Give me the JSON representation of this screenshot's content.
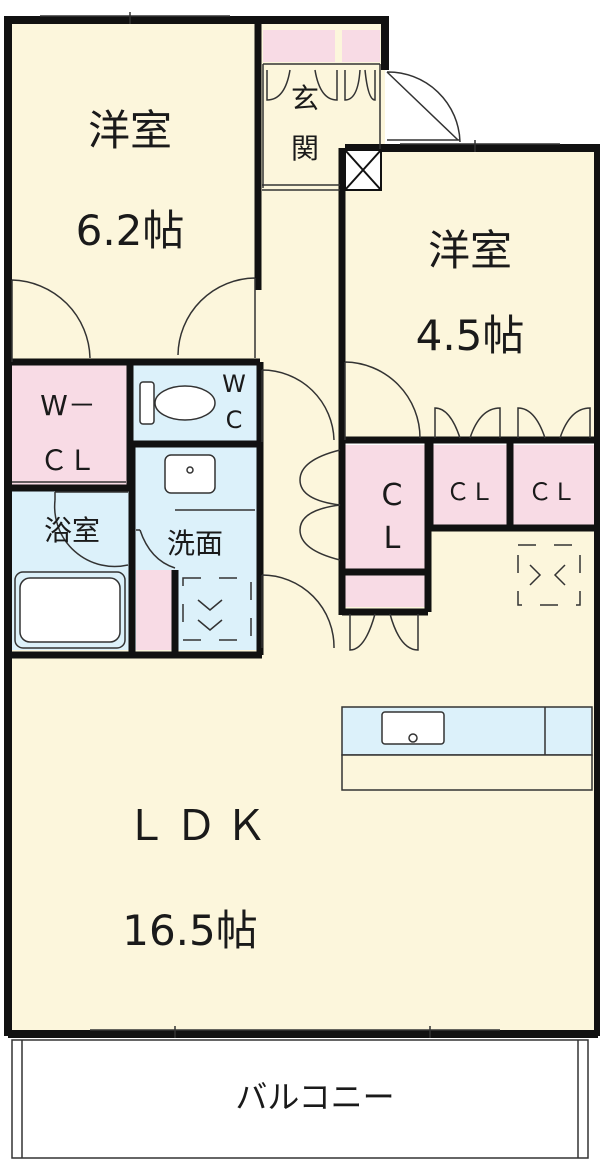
{
  "colors": {
    "floor": "#fcf6dc",
    "wet": "#dcf1fa",
    "closet": "#f8dbe5",
    "wall": "#111111",
    "line": "#333333",
    "balcony": "#ffffff"
  },
  "rooms": {
    "western1": {
      "name": "洋室",
      "size": "6.2帖"
    },
    "western2": {
      "name": "洋室",
      "size": "4.5帖"
    },
    "entrance": {
      "name_top": "玄",
      "name_bottom": "関"
    },
    "wcl": {
      "line1": "W－",
      "line2": "ＣＬ"
    },
    "wc": {
      "w": "W",
      "c": "C"
    },
    "bath": {
      "name": "浴室"
    },
    "washroom": {
      "name": "洗面"
    },
    "cl_tall": {
      "c": "C",
      "l": "L"
    },
    "cl_a": {
      "name": "ＣＬ"
    },
    "cl_b": {
      "name": "ＣＬ"
    },
    "ldk": {
      "name": "ＬＤＫ",
      "size": "16.5帖"
    },
    "balcony": {
      "name": "バルコニー"
    }
  },
  "icons": [
    "toilet-icon",
    "washbasin-icon",
    "washing-machine-pan-icon",
    "refrigerator-space-icon",
    "kitchen-sink-icon",
    "bathtub-icon",
    "pipe-space-icon"
  ]
}
